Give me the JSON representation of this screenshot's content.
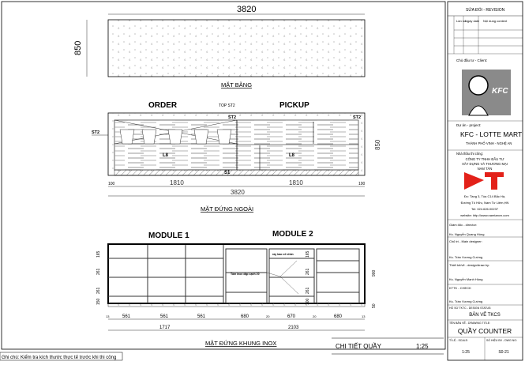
{
  "plan": {
    "width_dim": "3820",
    "depth_dim": "850",
    "caption": "MẶT BẰNG"
  },
  "elevation": {
    "label_order": "ORDER",
    "label_pickup": "PICKUP",
    "top_st2": "TOP ST2",
    "st2_top": "ST2",
    "st2_right": "ST2",
    "st2_left": "ST2",
    "l8_left": "L8",
    "l8_right": "L8",
    "s1": "S1",
    "dims": [
      "100",
      "1810",
      "1810",
      "100"
    ],
    "total": "3820",
    "height": "850",
    "caption": "MẶT ĐỨNG NGOÀI"
  },
  "frame": {
    "module1": "MODULE 1",
    "module2": "MODULE 2",
    "note_rail": "ray bao cổ chân",
    "note_plate": "Tấm inox dập cạnh 20",
    "left_dims": [
      "165",
      "261",
      "261",
      "150"
    ],
    "right_dims": [
      "165",
      "261",
      "261",
      "100"
    ],
    "height": "900",
    "base": "50",
    "bottom_dims": [
      "13",
      "561",
      "561",
      "561",
      "680",
      "20",
      "670",
      "20",
      "680",
      "13"
    ],
    "module_totals": [
      "1717",
      "2103"
    ],
    "caption": "MẶT ĐỨNG KHUNG INOX"
  },
  "sheet": {
    "title": "CHI TIẾT QUẦY",
    "scale": "1:25"
  },
  "footer_note": "Ghi chú: Kiểm tra kích thước thực tế trước khi thi công",
  "title_block": {
    "revision": "SỬA ĐỔI - REVISION",
    "rev_cols": [
      "Lần no.",
      "Ngày date",
      "Nội dung content"
    ],
    "client_label": "Chủ đầu tư - Client:",
    "logo_text": "KFC",
    "project_label": "Dự án - project:",
    "project": "KFC - LOTTE MART",
    "location": "THÀNH PHỐ VINH - NGHỆ AN",
    "contractor_label": "Nhà thầu thi công:",
    "contractor": [
      "CÔNG TY TNHH ĐẦU TƯ",
      "XÂY DỰNG VÀ THƯƠNG MẠI",
      "NAM TÂN"
    ],
    "address": [
      "Đc: Tầng 3, Tòa C14 Bắc Hà,",
      "Đường Tố Hữu, Nam Từ Liêm,HN",
      "Tel: 024.626.00237",
      "website: http://www.namtanvn.com"
    ],
    "director_label": "Giám đốc - director:",
    "director": "Ks. Nguyễn Quang Hùng",
    "designer_label": "Chủ trì - Main designer:",
    "designer": "Ks. Trần Vương Cường",
    "drawn_label": "Thiết kế/vẽ - design/draw by:",
    "drawn": "Ks. Nguyễn Mạnh Hùng",
    "check_label": "KTTK - CHECK",
    "check": "Ks. Trần Vương Cường",
    "status_label": "HỒ SƠ TKTC - DESIGN STATUS:",
    "status": "BẢN VẼ TKCS",
    "dtitle_label": "TÊN BẢN VẼ - DRAWING TITLE:",
    "dtitle": "QUẦY COUNTER",
    "scale_label": "TỈ LỆ - SCALE:",
    "scale": "1:25",
    "no_label": "SỐ HIỆU BV - DWG NO:",
    "no": "S0-21"
  },
  "colors": {
    "logo_red": "#e32119",
    "logo_bg": "#8a8a8a"
  }
}
